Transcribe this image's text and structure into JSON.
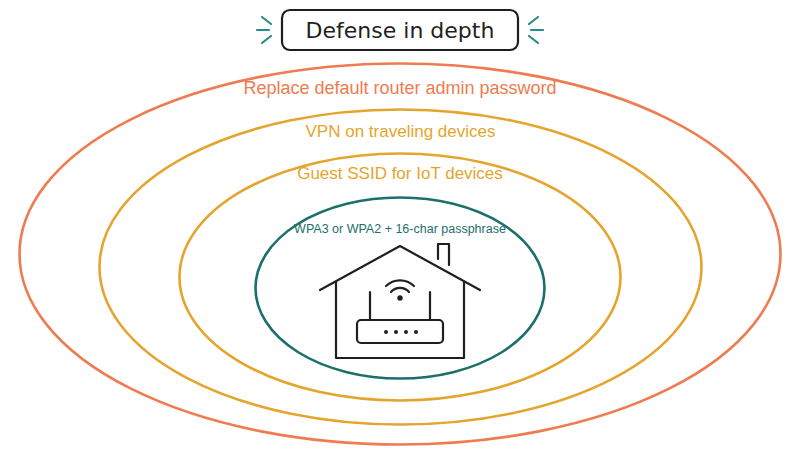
{
  "diagram": {
    "title": "Defense in depth",
    "nodes": [
      {
        "text": [
          "Replace default router admin password"
        ]
      },
      {
        "text": [
          "VPN on traveling devices"
        ],
        "in": 0
      },
      {
        "text": [
          "Guest SSID for IoT devices"
        ],
        "in": 1
      },
      {
        "text": [
          "WPA3 or WPA2 + 16-char passphrase"
        ],
        "in": 2
      }
    ]
  }
}
